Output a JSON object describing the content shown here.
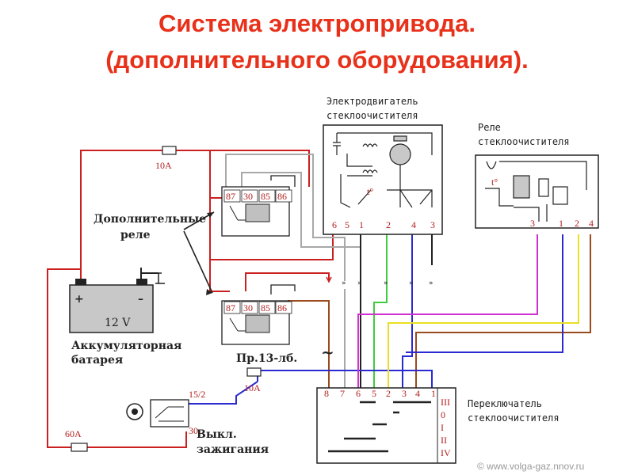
{
  "title": {
    "line1": "Система электропривода.",
    "line2": "(дополнительного оборудования)."
  },
  "labels": {
    "motor": [
      "Электродвигатель",
      "стеклоочистителя"
    ],
    "relay_wiper": [
      "Реле",
      "стеклоочистителя"
    ],
    "extra_relays": [
      "Дополнительные",
      "реле"
    ],
    "battery": [
      "Аккумуляторная",
      "батарея"
    ],
    "battery_voltage": "12 V",
    "battery_plus": "+",
    "battery_minus": "–",
    "ignition": [
      "Выкл.",
      "зажигания"
    ],
    "switch": [
      "Переключатель",
      "стеклоочистителя"
    ],
    "fuse_top": "10A",
    "fuse_mid": "10A",
    "fuse_mid_name": "Пр.13-лб.",
    "fuse_bottom": "60A",
    "ign_15": "15/2",
    "ign_30": "30",
    "thermo": "t°",
    "tilde": "~",
    "watermark": "© www.volga-gaz.nnov.ru"
  },
  "relay_pins": [
    "87",
    "30",
    "85",
    "86"
  ],
  "motor_pins": [
    "6",
    "5",
    "1",
    "2",
    "4",
    "3"
  ],
  "relay_wiper_pins": [
    "3",
    "1",
    "2",
    "4"
  ],
  "switch_pins": [
    "8",
    "7",
    "6",
    "5",
    "2",
    "3",
    "4",
    "1"
  ],
  "switch_modes": [
    "III",
    "0",
    "I",
    "II",
    "IV"
  ],
  "colors": {
    "red": "#cc1f1f",
    "grey": "#a8a8a8",
    "green": "#3fcc3f",
    "blue": "#2a2ad0",
    "magenta": "#d030d0",
    "brown": "#9a4a1c",
    "yellow": "#e8e020",
    "black": "#222222",
    "title": "#e8311a"
  }
}
